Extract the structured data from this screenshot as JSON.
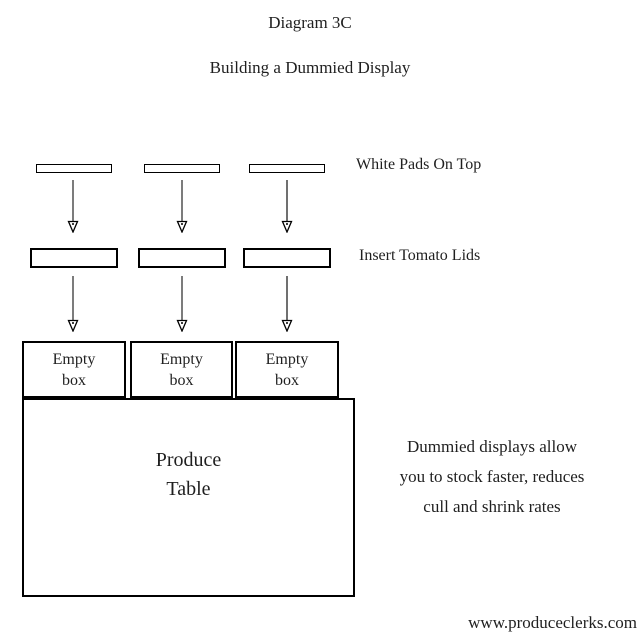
{
  "title": "Diagram 3C",
  "subtitle": "Building a Dummied Display",
  "step_labels": {
    "white_pads": "White Pads On Top",
    "tomato_lids": "Insert Tomato Lids"
  },
  "empty_box": {
    "line1": "Empty",
    "line2": "box"
  },
  "produce_table": {
    "line1": "Produce",
    "line2": "Table"
  },
  "note_lines": [
    "Dummied displays allow",
    "you to stock faster, reduces",
    "cull and shrink rates"
  ],
  "website": "www.produceclerks.com",
  "icons": {
    "down_arrow": "down-arrow-icon"
  },
  "colors": {
    "background": "#ffffff",
    "shape_border": "#000000",
    "arrow_line": "#444444",
    "text": "#1f1f1f"
  }
}
